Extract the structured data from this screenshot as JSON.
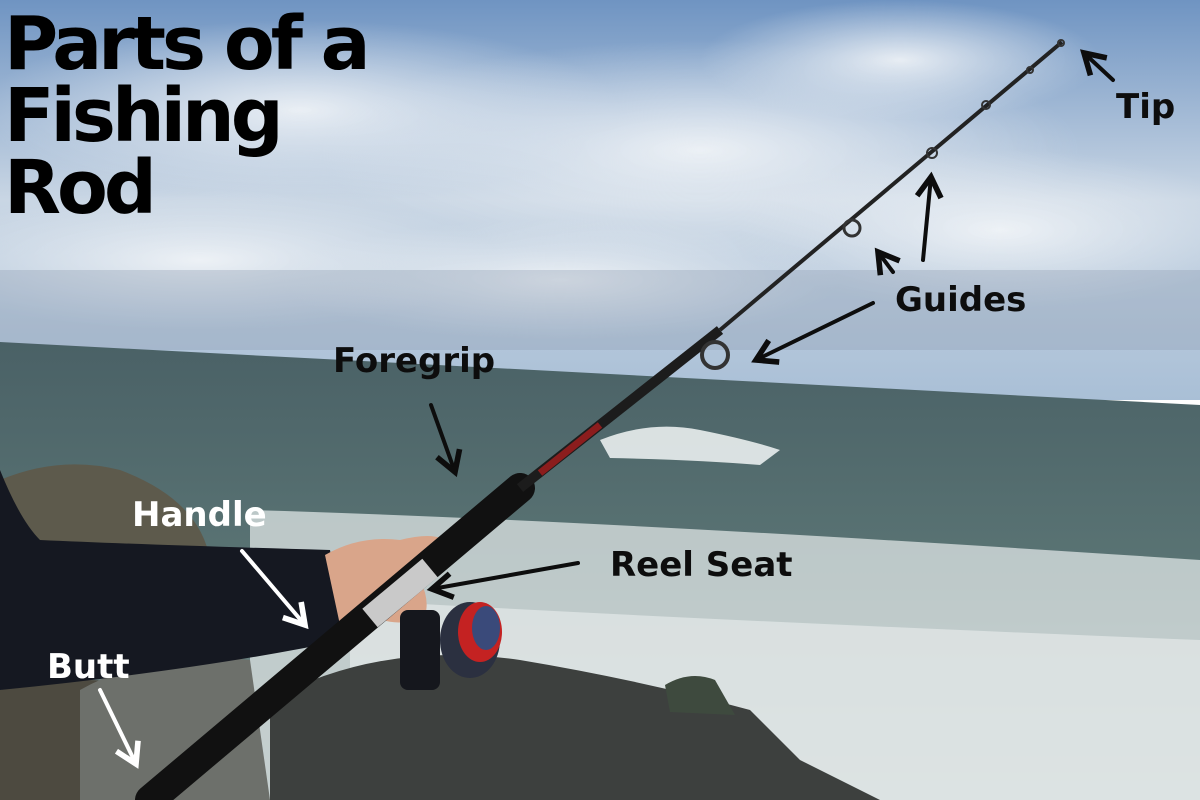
{
  "title": {
    "lines": [
      "Parts of a",
      "Fishing",
      "Rod"
    ]
  },
  "labels": {
    "tip": "Tip",
    "guides": "Guides",
    "foregrip": "Foregrip",
    "handle": "Handle",
    "reel_seat": "Reel Seat",
    "butt": "Butt"
  },
  "colors": {
    "dark_label": "#0d0d0d",
    "light_label": "#ffffff",
    "sky": "#9fb8d6",
    "sea": "#4e6668",
    "rod": "#1a1a1a"
  }
}
